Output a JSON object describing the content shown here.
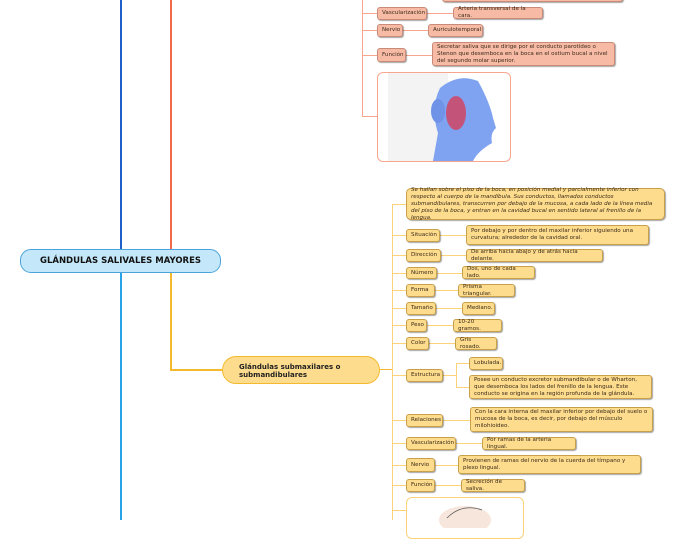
{
  "root": {
    "title": "GLÁNDULAS SALIVALES MAYORES"
  },
  "parotida": {
    "items": [
      {
        "label": "Vascularización",
        "value": "Arteria transversal de la cara."
      },
      {
        "label": "Nervio",
        "value": "Auriculotemporal"
      },
      {
        "label": "Función",
        "value": "Secretar saliva que se dirige por el conducto parotídeo o Stenon que desemboca en la boca en el ostium bucal a nivel del segundo molar superior."
      }
    ]
  },
  "submaxilar": {
    "title": "Glándulas submaxilares o submandibulares",
    "description": "Se hallan sobre el piso de la boca, en posición medial y parcialmente inferior con respecto al cuerpo de la mandíbula. Sus conductos, llamados  conductos submandibulares, transcurren por debajo de la mucosa, a cada lado de la línea media del piso de la boca, y entran en la cavidad bucal en sentido lateral al frenillo de la lengua.",
    "items": [
      {
        "label": "Situación",
        "value": "Por debajo y por dentro del maxilar inferior siguiendo una curvatura; alrededor de la cavidad oral."
      },
      {
        "label": "Dirección",
        "value": "De arriba hacia abajo y de atrás hacia delante."
      },
      {
        "label": "Número",
        "value": "Dos, uno de cada lado."
      },
      {
        "label": "Forma",
        "value": "Prisma triangular."
      },
      {
        "label": "Tamaño",
        "value": "Mediano."
      },
      {
        "label": "Peso",
        "value": "10-20 gramos."
      },
      {
        "label": "Color",
        "value": "Gris rosado."
      },
      {
        "label": "Estructura",
        "value": "Lobulada.",
        "value2": "Posee un conducto excretor submandibular o de Wharton, que desemboca los lados del frenillo de la lengua. Este conducto se origina en la región profunda de la glándula."
      },
      {
        "label": "Relaciones",
        "value": "Con la cara interna del maxilar inferior por debajo del suelo o mucosa de la boca, es decir, por debajo del músculo milohioideo."
      },
      {
        "label": "Vascularización",
        "value": "Por ramas de la arteria lingual."
      },
      {
        "label": "Nervio",
        "value": "Provienen de ramas del nervio de la cuerda del tímpano y plexo lingual."
      },
      {
        "label": "Función",
        "value": "Secreción de saliva."
      }
    ]
  },
  "colors": {
    "blue": "#1e88e5",
    "red": "#f26a4b",
    "yellow": "#f4b92e"
  }
}
